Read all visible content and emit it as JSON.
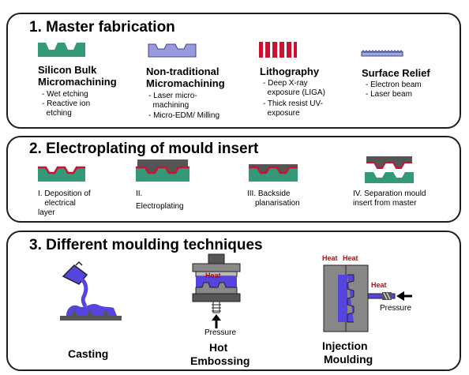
{
  "sections": [
    {
      "title": "1.  Master fabrication",
      "items": [
        {
          "name": [
            "Silicon Bulk",
            "Micromachining"
          ],
          "details": [
            "- Wet etching",
            "- Reactive ion",
            "  etching"
          ]
        },
        {
          "name": [
            "Non-traditional",
            "Micromachining"
          ],
          "details": [
            "- Laser micro-",
            "  machining",
            "- Micro-EDM/ Milling"
          ]
        },
        {
          "name": [
            "Lithography"
          ],
          "details": [
            "- Deep X-ray",
            "  exposure (LIGA)",
            "- Thick resist UV-",
            "  exposure"
          ]
        },
        {
          "name": [
            "Surface Relief"
          ],
          "details": [
            "- Electron beam",
            "- Laser beam"
          ]
        }
      ]
    },
    {
      "title": "2.  Electroplating of mould insert",
      "steps": [
        {
          "label": [
            "I. Deposition of",
            "   electrical",
            "layer"
          ]
        },
        {
          "label": [
            "II.",
            "Electroplating"
          ]
        },
        {
          "label": [
            "III. Backside",
            "planarisation"
          ]
        },
        {
          "label": [
            "IV. Separation mould",
            "insert from master"
          ]
        }
      ]
    },
    {
      "title": "3.  Different moulding techniques",
      "techniques": [
        {
          "name": [
            "Casting"
          ]
        },
        {
          "name": [
            "Hot",
            "Embossing"
          ],
          "annotations": {
            "heat": "Heat",
            "pressure": "Pressure"
          }
        },
        {
          "name": [
            "Injection",
            "Moulding"
          ],
          "annotations": {
            "heat_left": "Heat",
            "heat_right": "Heat",
            "heat_nozzle": "Heat",
            "pressure": "Pressure"
          }
        }
      ]
    }
  ],
  "colors": {
    "substrate": "#339977",
    "blue": "#5544dd",
    "red": "#cc1133",
    "gray": "#555555",
    "heat": "#d40000"
  }
}
